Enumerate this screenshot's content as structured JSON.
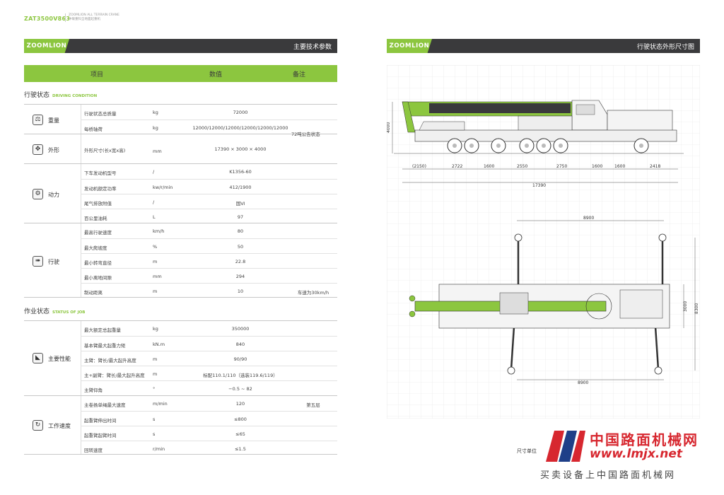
{
  "header": {
    "model": "ZAT3500V863",
    "sub_line1": "ZOOMLION ALL TERRAIN CRANE",
    "sub_line2": "中联重科全地面起重机"
  },
  "left_bar": {
    "logo": "ZOOMLION",
    "title": "主要技术参数"
  },
  "right_bar": {
    "logo": "ZOOMLION",
    "title": "行驶状态外形尺寸图"
  },
  "table_header": {
    "item": "项目",
    "value": "数值",
    "note": "备注"
  },
  "driving": {
    "title": "行驶状态",
    "title_en": "DRIVING CONDITION",
    "groups": {
      "weight": {
        "name": "重量",
        "rows": [
          {
            "param": "行驶状态总质量",
            "unit": "kg",
            "value": "72000"
          },
          {
            "param": "每桥轴荷",
            "unit": "kg",
            "value": "12000/12000/12000/12000/12000/12000"
          }
        ]
      },
      "shape": {
        "name": "外形",
        "rows": [
          {
            "param": "外形尺寸(长x宽x高)",
            "unit": "mm",
            "value": "17390 × 3000 × 4000"
          }
        ]
      },
      "weight_shape_note": "72吨公告状态",
      "power": {
        "name": "动力",
        "rows": [
          {
            "param": "下车发动机型号",
            "unit": "/",
            "value": "K1356-60"
          },
          {
            "param": "发动机额定功率",
            "unit": "kw/r/min",
            "value": "412/1900"
          },
          {
            "param": "尾气排放附值",
            "unit": "/",
            "value": "国Ⅵ"
          },
          {
            "param": "百公里油耗",
            "unit": "L",
            "value": "97"
          }
        ]
      },
      "travel": {
        "name": "行驶",
        "rows": [
          {
            "param": "最高行驶速度",
            "unit": "km/h",
            "value": "80",
            "note": ""
          },
          {
            "param": "最大爬坡度",
            "unit": "%",
            "value": "50",
            "note": ""
          },
          {
            "param": "最小转弯直径",
            "unit": "m",
            "value": "22.8",
            "note": ""
          },
          {
            "param": "最小离地间隙",
            "unit": "mm",
            "value": "294",
            "note": ""
          },
          {
            "param": "制动距离",
            "unit": "m",
            "value": "10",
            "note": "车速为30km/h"
          }
        ]
      }
    }
  },
  "job": {
    "title": "作业状态",
    "title_en": "STATUS OF JOB",
    "groups": {
      "performance": {
        "name": "主要性能",
        "rows": [
          {
            "param": "最大额定总起重量",
            "unit": "kg",
            "value": "350000"
          },
          {
            "param": "基本臂最大起重力矩",
            "unit": "kN.m",
            "value": "840"
          },
          {
            "param": "主臂：臂长/最大起升高度",
            "unit": "m",
            "value": "90/90"
          },
          {
            "param": "主+副臂：臂长/最大起升高度",
            "unit": "m",
            "value": "标配110.1/110（选装119.6/119）"
          },
          {
            "param": "主臂仰角",
            "unit": "°",
            "value": "−0.5 ~ 82"
          }
        ]
      },
      "speed": {
        "name": "工作速度",
        "rows": [
          {
            "param": "主卷扬单绳最大速度",
            "unit": "m/min",
            "value": "120",
            "note": "第五层"
          },
          {
            "param": "起重臂伸出时间",
            "unit": "s",
            "value": "≤800",
            "note": ""
          },
          {
            "param": "起重臂起臂时间",
            "unit": "s",
            "value": "≤65",
            "note": ""
          },
          {
            "param": "回转速度",
            "unit": "r/min",
            "value": "≤1.5",
            "note": ""
          }
        ]
      }
    }
  },
  "drawing": {
    "side_dims": [
      "(2150)",
      "2722",
      "1600",
      "2550",
      "2750",
      "1600",
      "1600",
      "2418"
    ],
    "total_length": "17390",
    "height": "4000",
    "outrigger_span_top": "8900",
    "outrigger_span_bottom": "8900",
    "width_inner": "3000",
    "width_outer": "8300"
  },
  "unit_label": "尺寸单位",
  "watermark": {
    "cn": "中国路面机械网",
    "url": "www.lmjx.net",
    "slogan": "买卖设备上中国路面机械网"
  },
  "colors": {
    "accent": "#8cc63f",
    "dark": "#3a3a3c",
    "watermark": "#d7272f"
  }
}
